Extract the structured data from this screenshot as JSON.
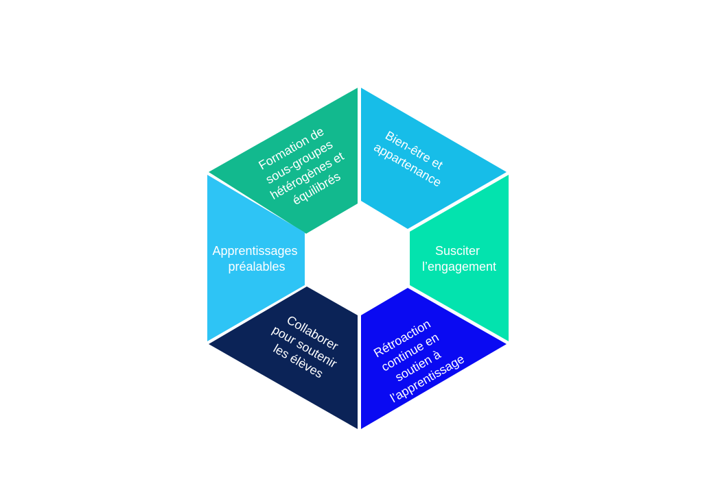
{
  "diagram": {
    "type": "hexagonal-cycle",
    "segments": [
      {
        "id": "top-left",
        "color": "#12B98E",
        "lines": [
          "Formation de",
          "sous-groupes",
          "hétérogènes et",
          "équilibrés"
        ]
      },
      {
        "id": "top-right",
        "color": "#17BDE8",
        "lines": [
          "Bien-être et",
          "appartenance"
        ]
      },
      {
        "id": "right",
        "color": "#03E3AE",
        "lines": [
          "Susciter",
          "l’engagement"
        ]
      },
      {
        "id": "bottom-right",
        "color": "#0A0AF2",
        "lines": [
          "Rétroaction",
          "continue en",
          "soutien à",
          "l’apprentissage"
        ]
      },
      {
        "id": "bottom-left",
        "color": "#0B2357",
        "lines": [
          "Collaborer",
          "pour soutenir",
          "les élèves"
        ]
      },
      {
        "id": "left",
        "color": "#2EC4F5",
        "lines": [
          "Apprentissages",
          "préalables"
        ]
      }
    ]
  }
}
